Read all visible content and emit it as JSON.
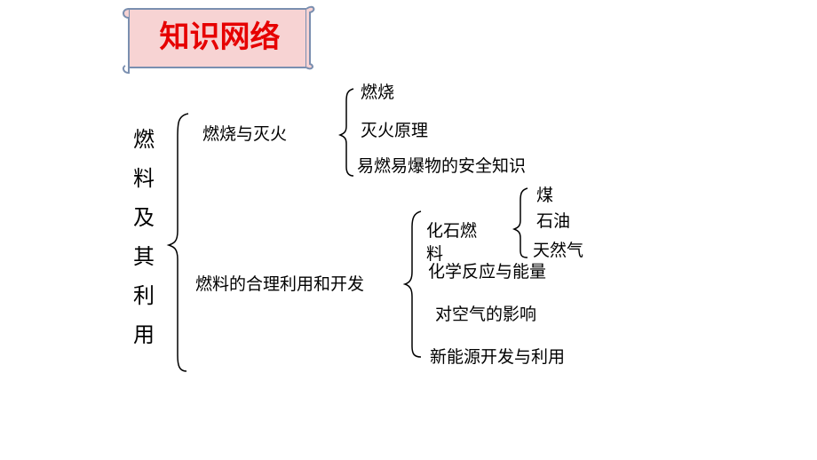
{
  "title": "知识网络",
  "root": [
    "燃",
    "料",
    "及",
    "其",
    "利",
    "用"
  ],
  "branches": {
    "combustion": {
      "label": "燃烧与灭火",
      "items": [
        "燃烧",
        "灭火原理",
        "易燃易爆物的安全知识"
      ]
    },
    "utilization": {
      "label": "燃料的合理利用和开发",
      "fossil_fuel": {
        "label_line1": "化石燃",
        "label_line2": "料",
        "items": [
          "煤",
          "石油",
          "天然气"
        ]
      },
      "items": [
        "化学反应与能量",
        "对空气的影响",
        "新能源开发与利用"
      ]
    }
  },
  "colors": {
    "title_text": "#e60000",
    "scroll_fill": "#f7d3d3",
    "scroll_border": "#7a8fb0",
    "bracket": "#000000"
  }
}
